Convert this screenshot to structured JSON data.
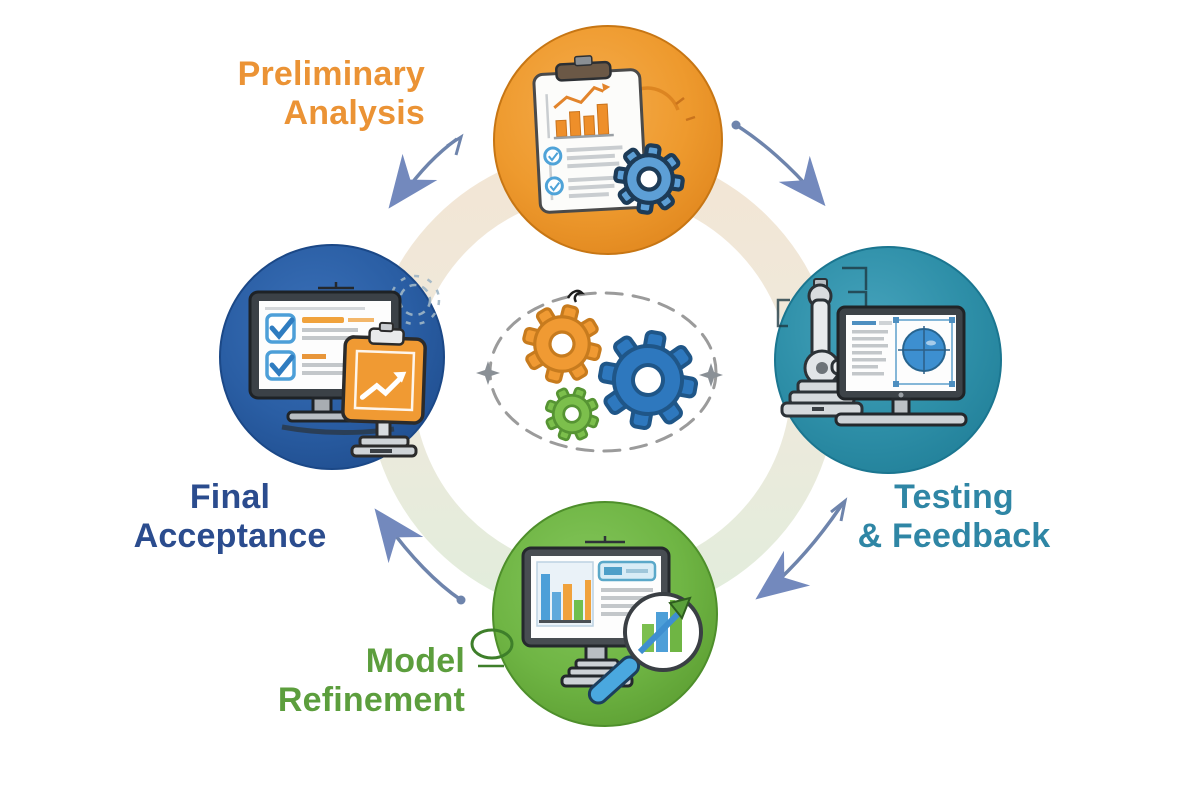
{
  "diagram": {
    "type": "process-cycle",
    "flow_direction": "clockwise",
    "stages": [
      {
        "position": "top",
        "label": "Preliminary\nAnalysis",
        "circle_color": "#EE9A2E",
        "label_color": "#EB9335",
        "icon": "clipboard-report-chart-gear-icon"
      },
      {
        "position": "right",
        "label": "Testing\n& Feedback",
        "circle_color": "#2E8FA8",
        "label_color": "#2F86A5",
        "icon": "measurement-arm-cad-monitor-icon"
      },
      {
        "position": "bottom",
        "label": "Model\nRefinement",
        "circle_color": "#6FB544",
        "label_color": "#5C9E3D",
        "icon": "monitor-chart-magnifier-icon"
      },
      {
        "position": "left",
        "label": "Final\nAcceptance",
        "circle_color": "#2A5EA4",
        "label_color": "#2B4C8E",
        "icon": "monitor-checklist-clipboard-icon"
      }
    ],
    "center": {
      "icon": "three-gears-icon",
      "gear_colors": [
        "#F09A33",
        "#2E78BE",
        "#7CBF4C"
      ],
      "frame": "dashed-ellipse",
      "accents": [
        "four-point-star-left",
        "four-point-star-right"
      ]
    },
    "arrows": {
      "count": 4,
      "color": "#7389BD",
      "style": "curved-clockwise"
    },
    "background_ring": {
      "top_color": "#F2E6D5",
      "bottom_color": "#E2EDDC"
    }
  }
}
